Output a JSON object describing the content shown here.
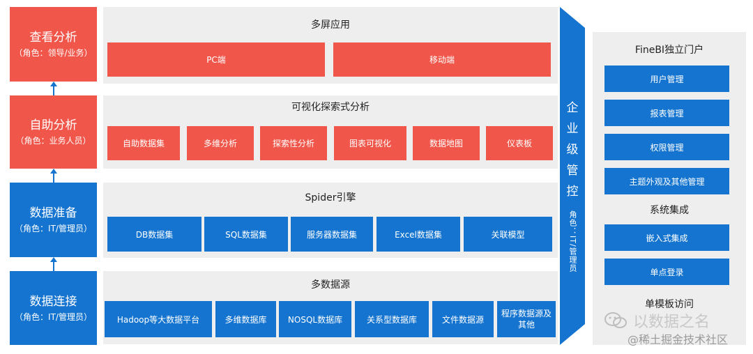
{
  "roles": [
    {
      "title": "查看分析",
      "sub": "（角色：领导/业务）",
      "color": "#f0564a"
    },
    {
      "title": "自助分析",
      "sub": "（角色：业务人员）",
      "color": "#f0564a"
    },
    {
      "title": "数据准备",
      "sub": "（角色：IT/管理员）",
      "color": "#1474d0"
    },
    {
      "title": "数据连接",
      "sub": "（角色：IT/管理员）",
      "color": "#1474d0"
    }
  ],
  "sections": [
    {
      "title": "多屏应用",
      "items": [
        "PC端",
        "移动端"
      ]
    },
    {
      "title": "可视化探索式分析",
      "items": [
        "自助数据集",
        "多维分析",
        "探索性分析",
        "图表可视化",
        "数据地图",
        "仪表板"
      ]
    },
    {
      "title": "Spider引擎",
      "items": [
        "DB数据集",
        "SQL数据集",
        "服务器数据集",
        "Excel数据集",
        "关联模型"
      ]
    },
    {
      "title": "多数据源",
      "items": [
        "Hadoop等大数据平台",
        "多维数据库",
        "NOSQL数据库",
        "关系型数据库",
        "文件数据源",
        "程序数据源及其他"
      ]
    }
  ],
  "control": {
    "chars": [
      "企",
      "业",
      "级",
      "管",
      "控"
    ],
    "role": "角色：IT/管理员"
  },
  "portal": {
    "title": "FineBI独立门户",
    "items": [
      "用户管理",
      "报表管理",
      "权限管理",
      "主题外观及其他管理"
    ],
    "integration_title": "系统集成",
    "integration_items": [
      "嵌入式集成",
      "单点登录"
    ],
    "template_title": "单模板访问"
  },
  "watermark": {
    "line1": "以数据之名",
    "line2": "@稀土掘金技术社区"
  }
}
